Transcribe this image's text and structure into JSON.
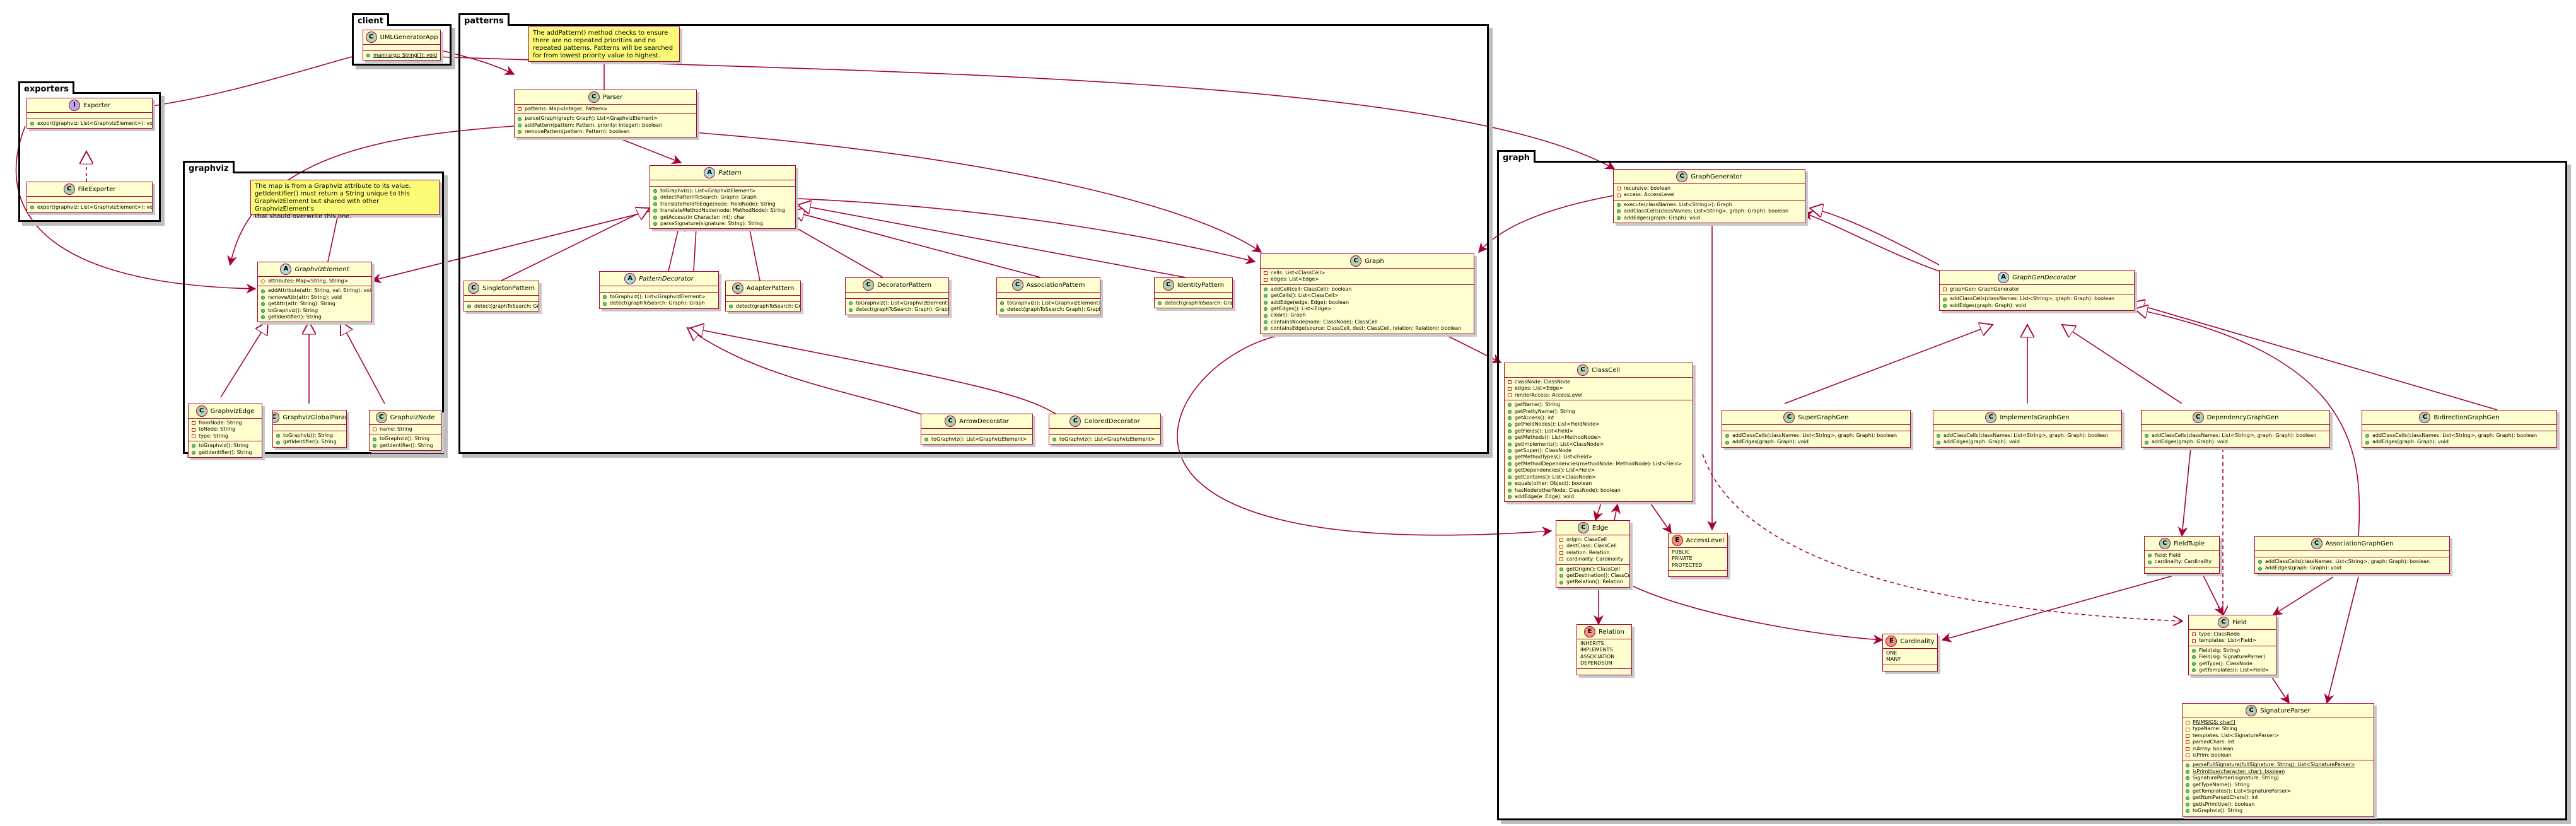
{
  "packages": {
    "client": "client",
    "patterns": "patterns",
    "exporters": "exporters",
    "graphviz": "graphviz",
    "graph": "graph"
  },
  "notes": {
    "parser_note": "The addPattern() method checks to ensure\nthere are no repeated priorities and no\nrepeated patterns. Patterns will be searched\nfor from lowest priority value to highest.",
    "graphviz_note": "The map is from a Graphviz attribute to its value.\ngetIdentifier() must return a String unique to this\nGraphvizElement but shared with other GraphvizElement's\nthat should overwrite this one."
  },
  "classes": {
    "UMLGeneratorApp": {
      "name": "UMLGeneratorApp",
      "kind": "C",
      "fields": [],
      "methods": [
        {
          "v": "pub",
          "t": "main(args: String[]): void",
          "static": true
        }
      ]
    },
    "Parser": {
      "name": "Parser",
      "kind": "C",
      "fields": [
        {
          "v": "priv",
          "t": "patterns: Map<Integer, Pattern>"
        }
      ],
      "methods": [
        {
          "v": "pub",
          "t": "parse(Graph(graph: Graph): List<GraphvizElement>"
        },
        {
          "v": "pub",
          "t": "addPattern(pattern: Pattern, priority: Integer): boolean"
        },
        {
          "v": "pub",
          "t": "removePattern(pattern: Pattern): boolean"
        }
      ]
    },
    "Exporter": {
      "name": "Exporter",
      "kind": "I",
      "fields": [],
      "methods": [
        {
          "v": "pub",
          "t": "export(graphviz: List<GraphvizElement>): void"
        }
      ]
    },
    "FileExporter": {
      "name": "FileExporter",
      "kind": "C",
      "fields": [],
      "methods": [
        {
          "v": "pub",
          "t": "export(graphviz: List<GraphvizElement>): void"
        }
      ]
    },
    "GraphvizElement": {
      "name": "GraphvizElement",
      "kind": "A",
      "fields": [
        {
          "v": "prot",
          "t": "attributes: Map<String, String>"
        }
      ],
      "methods": [
        {
          "v": "pub",
          "t": "addAttribute(attr: String, val: String): void"
        },
        {
          "v": "pub",
          "t": "removeAttr(attr: String): void"
        },
        {
          "v": "pub",
          "t": "getAttr(attr: String): String"
        },
        {
          "v": "pub",
          "t": "toGraphviz(): String"
        },
        {
          "v": "pub",
          "t": "getIdentifier(): String"
        }
      ]
    },
    "GraphvizEdge": {
      "name": "GraphvizEdge",
      "kind": "C",
      "fields": [
        {
          "v": "priv",
          "t": "fromNode: String"
        },
        {
          "v": "priv",
          "t": "toNode: String"
        },
        {
          "v": "priv",
          "t": "type: String"
        }
      ],
      "methods": [
        {
          "v": "pub",
          "t": "toGraphviz(): String"
        },
        {
          "v": "pub",
          "t": "getIdentifier(): String"
        }
      ]
    },
    "GraphvizGlobalParam": {
      "name": "GraphvizGlobalParam",
      "kind": "C",
      "fields": [],
      "methods": [
        {
          "v": "pub",
          "t": "toGraphviz(): String"
        },
        {
          "v": "pub",
          "t": "getIdentifier(): String"
        }
      ]
    },
    "GraphvizNode": {
      "name": "GraphvizNode",
      "kind": "C",
      "fields": [
        {
          "v": "priv",
          "t": "name: String"
        }
      ],
      "methods": [
        {
          "v": "pub",
          "t": "toGraphviz(): String"
        },
        {
          "v": "pub",
          "t": "getIdentifier(): String"
        }
      ]
    },
    "Pattern": {
      "name": "Pattern",
      "kind": "A",
      "fields": [],
      "methods": [
        {
          "v": "pub",
          "t": "toGraphviz(): List<GraphvizElement>"
        },
        {
          "v": "pub",
          "t": "detectPatternToSearch: Graph): Graph"
        },
        {
          "v": "pub",
          "t": "translateFieldToEdge(node: FieldNode): String"
        },
        {
          "v": "pub",
          "t": "translateMethodNode(node: MethodNode): String"
        },
        {
          "v": "pub",
          "t": "getAccess(in Character: int): char"
        },
        {
          "v": "pub",
          "t": "parseSignature(signature: String): String"
        }
      ]
    },
    "SingletonPattern": {
      "name": "SingletonPattern",
      "kind": "C",
      "fields": [],
      "methods": [
        {
          "v": "pub",
          "t": "detect(graphToSearch: Graph): Graph"
        }
      ]
    },
    "PatternDecorator": {
      "name": "PatternDecorator",
      "kind": "A",
      "fields": [],
      "methods": [
        {
          "v": "pub",
          "t": "toGraphviz(): List<GraphvizElement>"
        },
        {
          "v": "pub",
          "t": "detect(graphToSearch: Graph): Graph"
        }
      ]
    },
    "AdapterPattern": {
      "name": "AdapterPattern",
      "kind": "C",
      "fields": [],
      "methods": [
        {
          "v": "pub",
          "t": "detect(graphToSearch: Graph): Graph"
        }
      ]
    },
    "DecoratorPattern": {
      "name": "DecoratorPattern",
      "kind": "C",
      "fields": [],
      "methods": [
        {
          "v": "pub",
          "t": "toGraphviz(): List<GraphvizElement>"
        },
        {
          "v": "pub",
          "t": "detect(graphToSearch: Graph): Graph"
        }
      ]
    },
    "AssociationPattern": {
      "name": "AssociationPattern",
      "kind": "C",
      "fields": [],
      "methods": [
        {
          "v": "pub",
          "t": "toGraphviz(): List<GraphvizElement>"
        },
        {
          "v": "pub",
          "t": "detect(graphToSearch: Graph): Graph"
        }
      ]
    },
    "IdentityPattern": {
      "name": "IdentityPattern",
      "kind": "C",
      "fields": [],
      "methods": [
        {
          "v": "pub",
          "t": "detect(graphToSearch: Graph): Graph"
        }
      ]
    },
    "ArrowDecorator": {
      "name": "ArrowDecorator",
      "kind": "C",
      "fields": [],
      "methods": [
        {
          "v": "pub",
          "t": "toGraphviz(): List<GraphvizElement>"
        }
      ]
    },
    "ColoredDecorator": {
      "name": "ColoredDecorator",
      "kind": "C",
      "fields": [],
      "methods": [
        {
          "v": "pub",
          "t": "toGraphviz(): List<GraphvizElement>"
        }
      ]
    },
    "Graph": {
      "name": "Graph",
      "kind": "C",
      "fields": [
        {
          "v": "priv",
          "t": "cells: List<ClassCell>"
        },
        {
          "v": "priv",
          "t": "edges: List<Edge>"
        }
      ],
      "methods": [
        {
          "v": "pub",
          "t": "addCell(cell: ClassCell): boolean"
        },
        {
          "v": "pub",
          "t": "getCells(): List<ClassCell>"
        },
        {
          "v": "pub",
          "t": "addEdge(edge: Edge): boolean"
        },
        {
          "v": "pub",
          "t": "getEdges(): List<Edge>"
        },
        {
          "v": "pub",
          "t": "clear(): Graph"
        },
        {
          "v": "pub",
          "t": "containsNode(node: ClassNode): ClassCell"
        },
        {
          "v": "pub",
          "t": "containsEdge(source: ClassCell, dest: ClassCell, relation: Relation): boolean"
        }
      ]
    },
    "GraphGenerator": {
      "name": "GraphGenerator",
      "kind": "C",
      "fields": [
        {
          "v": "priv",
          "t": "recursive: boolean"
        },
        {
          "v": "priv",
          "t": "access: AccessLevel"
        }
      ],
      "methods": [
        {
          "v": "pub",
          "t": "execute(classNames: List<String>): Graph"
        },
        {
          "v": "pub",
          "t": "addClassCells(classNames: List<String>, graph: Graph): boolean"
        },
        {
          "v": "pub",
          "t": "addEdges(graph: Graph): void"
        }
      ]
    },
    "GraphGenDecorator": {
      "name": "GraphGenDecorator",
      "kind": "A",
      "fields": [
        {
          "v": "priv",
          "t": "graphGen: GraphGenerator"
        }
      ],
      "methods": [
        {
          "v": "pub",
          "t": "addClassCells(classNames: List<String>, graph: Graph): boolean"
        },
        {
          "v": "pub",
          "t": "addEdges(graph: Graph): void"
        }
      ]
    },
    "ClassCell": {
      "name": "ClassCell",
      "kind": "C",
      "fields": [
        {
          "v": "priv",
          "t": "classNode: ClassNode"
        },
        {
          "v": "priv",
          "t": "edges: List<Edge>"
        },
        {
          "v": "priv",
          "t": "renderAccess: AccessLevel"
        }
      ],
      "methods": [
        {
          "v": "pub",
          "t": "getName(): String"
        },
        {
          "v": "pub",
          "t": "getPrettyName(): String"
        },
        {
          "v": "pub",
          "t": "getAccess(): int"
        },
        {
          "v": "pub",
          "t": "getFieldNodes(): List<FieldNode>"
        },
        {
          "v": "pub",
          "t": "getFields(): List<Field>"
        },
        {
          "v": "pub",
          "t": "getMethods(): List<MethodNode>"
        },
        {
          "v": "pub",
          "t": "getImplements(): List<ClassNode>"
        },
        {
          "v": "pub",
          "t": "getSuper(): ClassNode"
        },
        {
          "v": "pub",
          "t": "getMethodTypes(): List<Field>"
        },
        {
          "v": "pub",
          "t": "getMethodDependencies(methodNode: MethodNode): List<Field>"
        },
        {
          "v": "pub",
          "t": "getDependencies(): List<Field>"
        },
        {
          "v": "pub",
          "t": "getContains(): List<ClassNode>"
        },
        {
          "v": "pub",
          "t": "equals(other: Object): boolean"
        },
        {
          "v": "pub",
          "t": "hasNode(otherNode: ClassNode): boolean"
        },
        {
          "v": "pub",
          "t": "addEdge(e: Edge): void"
        }
      ]
    },
    "Edge": {
      "name": "Edge",
      "kind": "C",
      "fields": [
        {
          "v": "priv",
          "t": "origin: ClassCell"
        },
        {
          "v": "priv",
          "t": "destClass: ClassCell"
        },
        {
          "v": "priv",
          "t": "relation: Relation"
        },
        {
          "v": "priv",
          "t": "cardinality: Cardinality"
        }
      ],
      "methods": [
        {
          "v": "pub",
          "t": "getOrigin(): ClassCell"
        },
        {
          "v": "pub",
          "t": "getDestination(): ClassCell"
        },
        {
          "v": "pub",
          "t": "getRelation(): Relation"
        }
      ]
    },
    "Relation": {
      "name": "Relation",
      "kind": "E",
      "fields": [
        {
          "v": "",
          "t": "INHERITS"
        },
        {
          "v": "",
          "t": "IMPLEMENTS"
        },
        {
          "v": "",
          "t": "ASSOCIATION"
        },
        {
          "v": "",
          "t": "DEPENDSON"
        }
      ],
      "methods": []
    },
    "AccessLevel": {
      "name": "AccessLevel",
      "kind": "E",
      "fields": [
        {
          "v": "",
          "t": "PUBLIC"
        },
        {
          "v": "",
          "t": "PRIVATE"
        },
        {
          "v": "",
          "t": "PROTECTED"
        }
      ],
      "methods": []
    },
    "Cardinality": {
      "name": "Cardinality",
      "kind": "E",
      "fields": [
        {
          "v": "",
          "t": "ONE"
        },
        {
          "v": "",
          "t": "MANY"
        }
      ],
      "methods": []
    },
    "SuperGraphGen": {
      "name": "SuperGraphGen",
      "kind": "C",
      "fields": [],
      "methods": [
        {
          "v": "pub",
          "t": "addClassCells(classNames: List<String>, graph: Graph): boolean"
        },
        {
          "v": "pub",
          "t": "addEdges(graph: Graph): void"
        }
      ]
    },
    "ImplementsGraphGen": {
      "name": "ImplementsGraphGen",
      "kind": "C",
      "fields": [],
      "methods": [
        {
          "v": "pub",
          "t": "addClassCells(classNames: List<String>, graph: Graph): boolean"
        },
        {
          "v": "pub",
          "t": "addEdges(graph: Graph): void"
        }
      ]
    },
    "DependencyGraphGen": {
      "name": "DependencyGraphGen",
      "kind": "C",
      "fields": [],
      "methods": [
        {
          "v": "pub",
          "t": "addClassCells(classNames: List<String>, graph: Graph): boolean"
        },
        {
          "v": "pub",
          "t": "addEdges(graph: Graph): void"
        }
      ]
    },
    "BidirectionGraphGen": {
      "name": "BidirectionGraphGen",
      "kind": "C",
      "fields": [],
      "methods": [
        {
          "v": "pub",
          "t": "addClassCells(classNames: List<String>, graph: Graph): boolean"
        },
        {
          "v": "pub",
          "t": "addEdges(graph: Graph): void"
        }
      ]
    },
    "FieldTuple": {
      "name": "FieldTuple",
      "kind": "C",
      "fields": [
        {
          "v": "pub",
          "t": "field: Field"
        },
        {
          "v": "pub",
          "t": "cardinality: Cardinality"
        }
      ],
      "methods": []
    },
    "AssociationGraphGen": {
      "name": "AssociationGraphGen",
      "kind": "C",
      "fields": [],
      "methods": [
        {
          "v": "pub",
          "t": "addClassCells(classNames: List<String>, graph: Graph): boolean"
        },
        {
          "v": "pub",
          "t": "addEdges(graph: Graph): void"
        }
      ]
    },
    "Field": {
      "name": "Field",
      "kind": "C",
      "fields": [
        {
          "v": "priv",
          "t": "type: ClassNode"
        },
        {
          "v": "priv",
          "t": "templates: List<Field>"
        }
      ],
      "methods": [
        {
          "v": "pub",
          "t": "Field(sig: String)"
        },
        {
          "v": "pub",
          "t": "Field(sig: SignatureParser)"
        },
        {
          "v": "pub",
          "t": "getType(): ClassNode"
        },
        {
          "v": "pub",
          "t": "getTemplates(): List<Field>"
        }
      ]
    },
    "SignatureParser": {
      "name": "SignatureParser",
      "kind": "C",
      "fields": [
        {
          "v": "priv",
          "t": "PRIMSIGS: char[]",
          "static": true
        },
        {
          "v": "priv",
          "t": "typeName: String"
        },
        {
          "v": "priv",
          "t": "templates: List<SignatureParser>"
        },
        {
          "v": "priv",
          "t": "parsedChars: int"
        },
        {
          "v": "priv",
          "t": "isArray: boolean"
        },
        {
          "v": "priv",
          "t": "isPrim: boolean"
        }
      ],
      "methods": [
        {
          "v": "pub",
          "t": "parseFullSignature(fullSignature: String): List<SignatureParser>",
          "static": true
        },
        {
          "v": "pub",
          "t": "isPrimitive(character: char): boolean",
          "static": true
        },
        {
          "v": "pub",
          "t": "SignatureParser(signature: String)"
        },
        {
          "v": "pub",
          "t": "getTypeName(): String"
        },
        {
          "v": "pub",
          "t": "getTemplates(): List<SignatureParser>"
        },
        {
          "v": "pub",
          "t": "getNumParsedChars(): int"
        },
        {
          "v": "pub",
          "t": "getIsPrimitive(): boolean"
        },
        {
          "v": "pub",
          "t": "toGraphviz(): String"
        }
      ]
    }
  }
}
